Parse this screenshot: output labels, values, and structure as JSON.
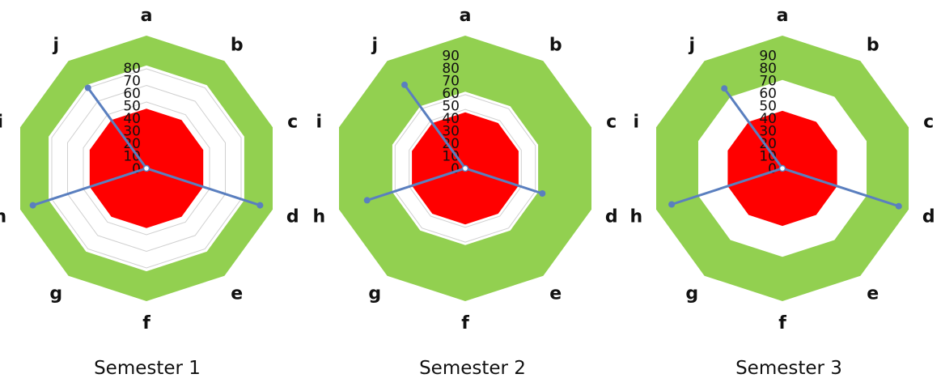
{
  "colors": {
    "outer_band": "#92d050",
    "inner_area": "#ffffff",
    "core": "#ff0000",
    "series_line": "#5a7fbf",
    "grid": "#d0d0d0",
    "label_text": "#111111"
  },
  "chart_data": [
    {
      "type": "radar",
      "caption": "Semester 1",
      "axes": [
        "a",
        "b",
        "c",
        "d",
        "e",
        "f",
        "g",
        "h",
        "i",
        "j"
      ],
      "radial_ticks": [
        "0",
        "10",
        "20",
        "30",
        "40",
        "50",
        "60",
        "70",
        "80"
      ],
      "rmax": 80,
      "outer_band_value": 80,
      "white_area_value": 62,
      "core_value": 36,
      "series": [
        {
          "values": [
            0,
            0,
            0,
            72,
            0,
            0,
            0,
            72,
            0,
            60
          ]
        }
      ],
      "grid": true
    },
    {
      "type": "radar",
      "caption": "Semester 2",
      "axes": [
        "a",
        "b",
        "c",
        "d",
        "e",
        "f",
        "g",
        "h",
        "i",
        "j"
      ],
      "radial_ticks": [
        "0",
        "10",
        "20",
        "30",
        "40",
        "50",
        "60",
        "70",
        "80",
        "90"
      ],
      "rmax": 90,
      "outer_band_value": 90,
      "white_area_value": 52,
      "core_value": 38,
      "series": [
        {
          "values": [
            0,
            0,
            0,
            55,
            0,
            0,
            0,
            70,
            0,
            70
          ]
        }
      ],
      "grid": true
    },
    {
      "type": "radar",
      "caption": "Semester 3",
      "axes": [
        "a",
        "b",
        "c",
        "d",
        "e",
        "f",
        "g",
        "h",
        "i",
        "j"
      ],
      "radial_ticks": [
        "0",
        "10",
        "20",
        "30",
        "40",
        "50",
        "60",
        "70",
        "80",
        "90"
      ],
      "rmax": 90,
      "outer_band_value": 90,
      "white_area_value": 60,
      "core_value": 39,
      "series": [
        {
          "values": [
            0,
            0,
            0,
            83,
            0,
            0,
            0,
            79,
            0,
            67
          ]
        }
      ],
      "grid": false
    }
  ]
}
